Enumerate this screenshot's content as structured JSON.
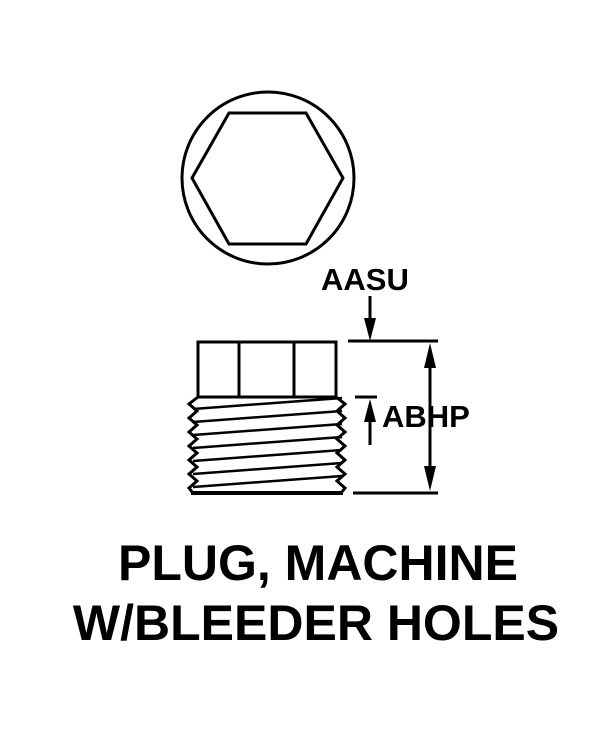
{
  "diagram": {
    "title_line1": "PLUG, MACHINE",
    "title_line2": "W/BLEEDER HOLES",
    "dimensions": {
      "overall_length_code": "AASU",
      "thread_length_code": "ABHP"
    },
    "colors": {
      "ink": "#000000",
      "background": "#ffffff"
    }
  }
}
